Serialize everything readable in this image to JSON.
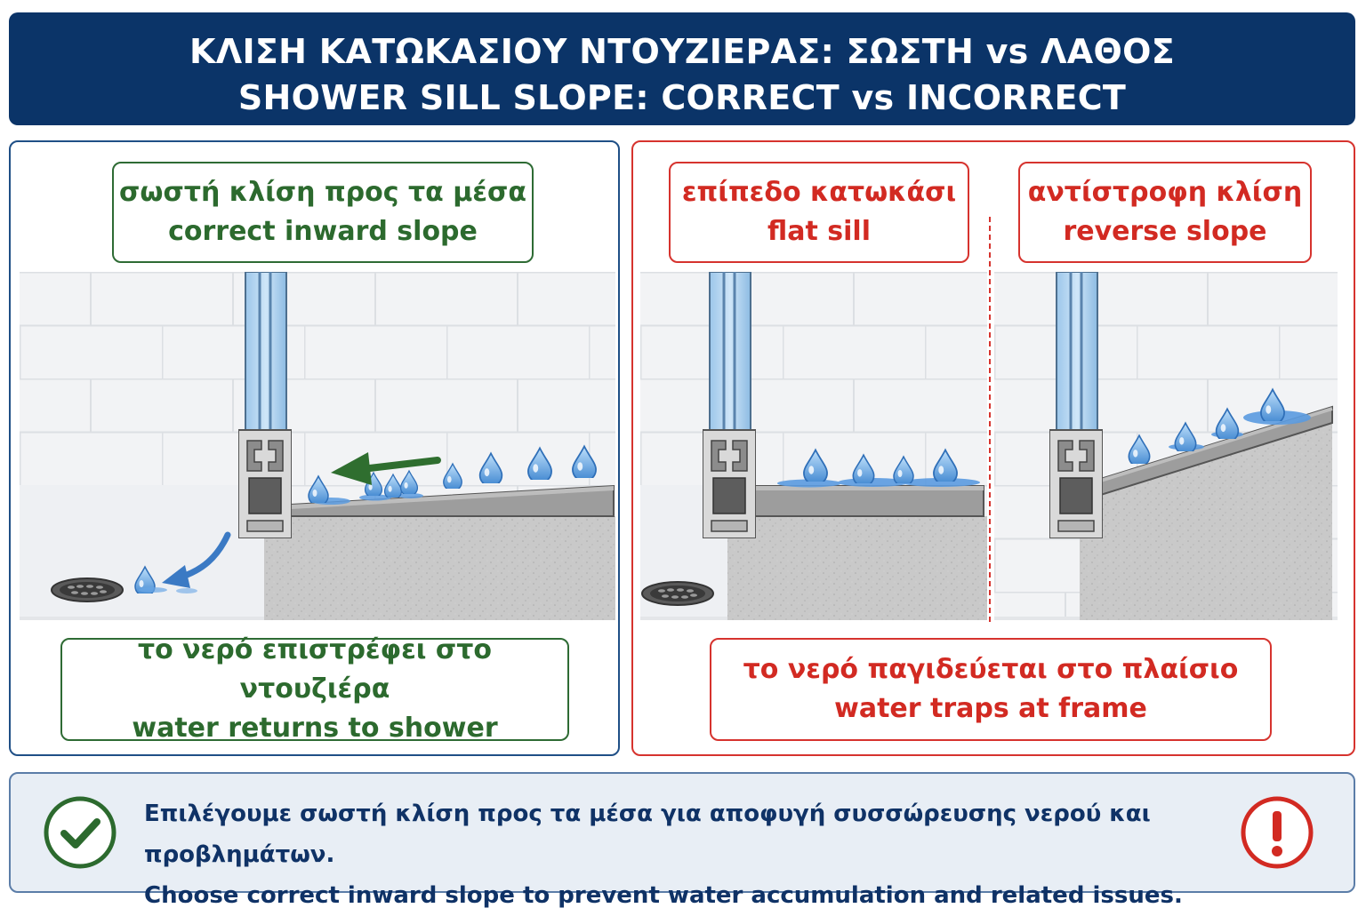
{
  "header": {
    "title_el": "ΚΛΙΣΗ ΚΑΤΩΚΑΣΙΟΥ ΝΤΟΥΖΙΕΡΑΣ: ΣΩΣΤΗ vs ΛΑΘΟΣ",
    "title_en": "SHOWER SILL SLOPE: CORRECT vs INCORRECT"
  },
  "correct": {
    "top_label_el": "σωστή κλίση προς τα μέσα",
    "top_label_en": "correct inward slope",
    "bottom_label_el": "το νερό επιστρέφει στο ντουζιέρα",
    "bottom_label_en": "water returns to shower"
  },
  "incorrect": {
    "flat_label_el": "επίπεδο κατωκάσι",
    "flat_label_en": "flat sill",
    "reverse_label_el": "αντίστροφη κλίση",
    "reverse_label_en": "reverse slope",
    "bottom_label_el": "το νερό παγιδεύεται στο πλαίσιο",
    "bottom_label_en": "water traps at frame"
  },
  "footer": {
    "message_el": "Επιλέγουμε σωστή κλίση προς τα μέσα για αποφυγή συσσώρευσης νερού και προβλημάτων.",
    "message_en": "Choose correct inward slope to prevent water accumulation and related issues.",
    "left_icon": "checkmark-circle-icon",
    "right_icon": "exclamation-circle-icon"
  },
  "colors": {
    "header_bg": "#0b3468",
    "correct_green": "#2c6a2e",
    "incorrect_red": "#d22a22",
    "water_blue": "#4a90d9"
  }
}
